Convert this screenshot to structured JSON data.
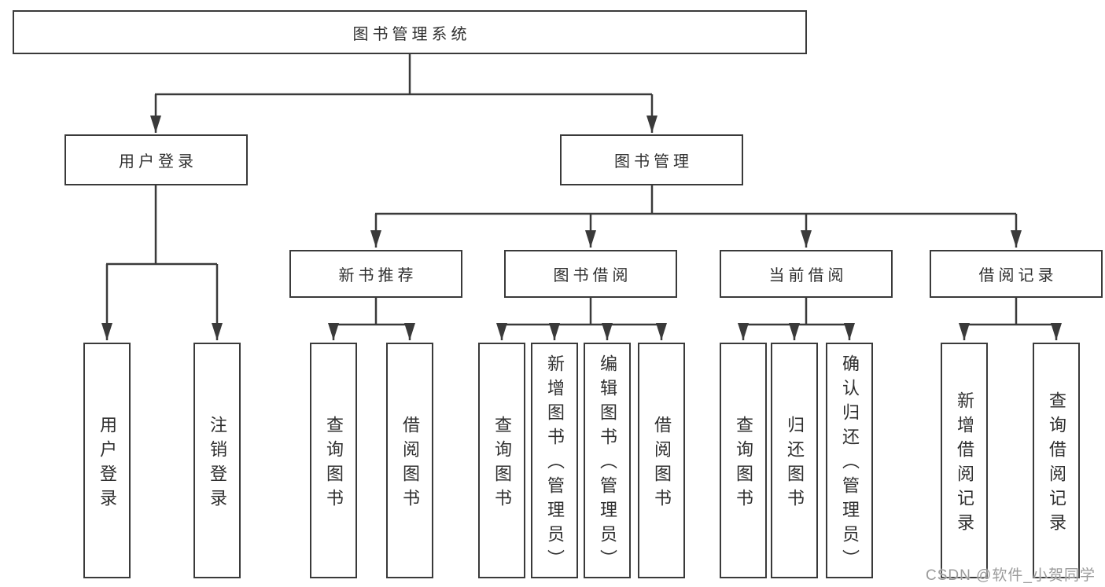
{
  "diagram": {
    "type": "tree-diagram",
    "root": {
      "label": "图书管理系统"
    },
    "branches": [
      {
        "label": "用户登录",
        "children": [
          {
            "label": "用户登录"
          },
          {
            "label": "注销登录"
          }
        ]
      },
      {
        "label": "图书管理",
        "children": [
          {
            "label": "新书推荐",
            "children": [
              {
                "label": "查询图书"
              },
              {
                "label": "借阅图书"
              }
            ]
          },
          {
            "label": "图书借阅",
            "children": [
              {
                "label": "查询图书"
              },
              {
                "label": "新增图书（管理员）"
              },
              {
                "label": "编辑图书（管理员）"
              },
              {
                "label": "借阅图书"
              }
            ]
          },
          {
            "label": "当前借阅",
            "children": [
              {
                "label": "查询图书"
              },
              {
                "label": "归还图书"
              },
              {
                "label": "确认归还（管理员）"
              }
            ]
          },
          {
            "label": "借阅记录",
            "children": [
              {
                "label": "新增借阅记录"
              },
              {
                "label": "查询借阅记录"
              }
            ]
          }
        ]
      }
    ]
  },
  "watermark": {
    "text": "CSDN @软件_小贺同学"
  },
  "colors": {
    "line": "#3a3a3a",
    "box_border": "#3a3a3a",
    "box_fill": "#ffffff",
    "text": "#2f2f2f",
    "background": "#ffffff",
    "watermark": "#9b9b9b"
  }
}
